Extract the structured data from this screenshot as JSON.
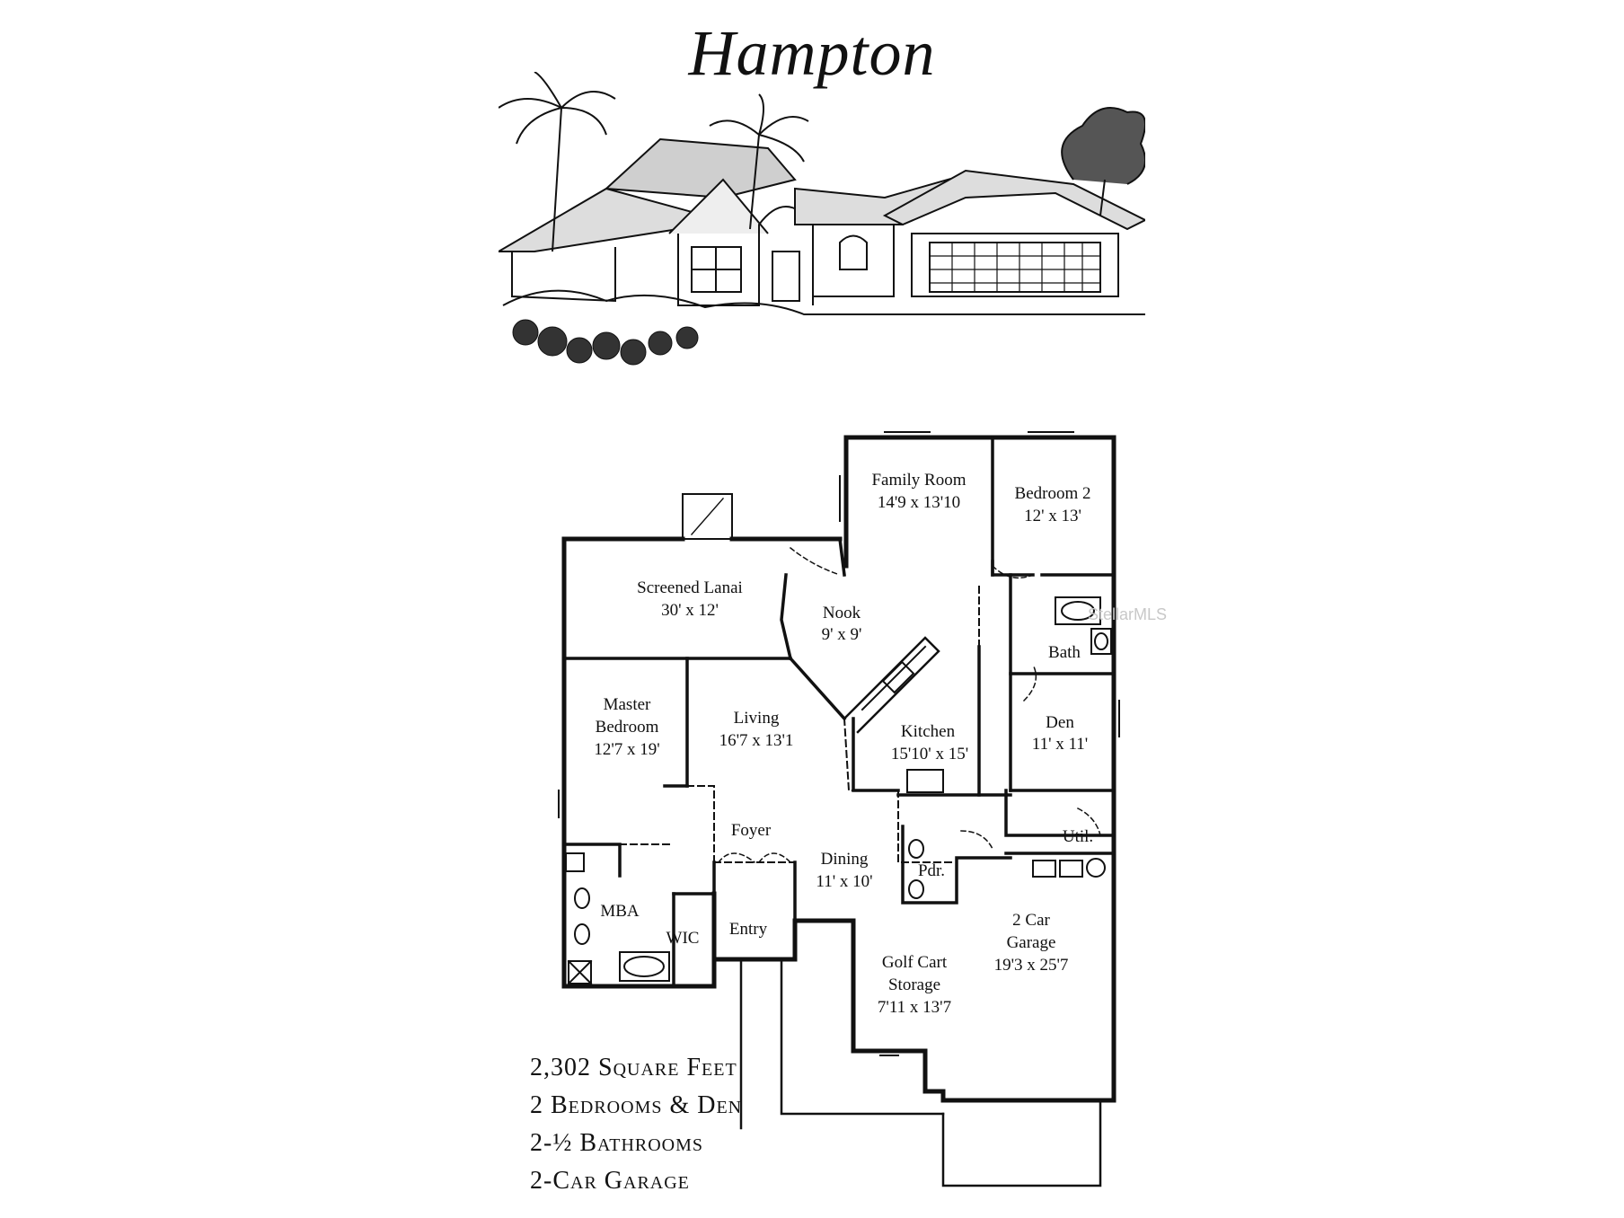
{
  "title": "Hampton",
  "watermark": "StellarMLS",
  "rooms": {
    "family_room": {
      "name": "Family Room",
      "size": "14'9 x 13'10"
    },
    "bedroom2": {
      "name": "Bedroom 2",
      "size": "12' x 13'"
    },
    "lanai": {
      "name": "Screened Lanai",
      "size": "30' x 12'"
    },
    "nook": {
      "name": "Nook",
      "size": "9' x 9'"
    },
    "bath": {
      "name": "Bath"
    },
    "master": {
      "name1": "Master",
      "name2": "Bedroom",
      "size": "12'7 x 19'"
    },
    "living": {
      "name": "Living",
      "size": "16'7 x 13'1"
    },
    "kitchen": {
      "name": "Kitchen",
      "size": "15'10' x 15'"
    },
    "den": {
      "name": "Den",
      "size": "11' x 11'"
    },
    "foyer": {
      "name": "Foyer"
    },
    "dining": {
      "name": "Dining",
      "size": "11' x 10'"
    },
    "util": {
      "name": "Util."
    },
    "pdr": {
      "name": "Pdr."
    },
    "mba": {
      "name": "MBA"
    },
    "wic": {
      "name": "WIC"
    },
    "entry": {
      "name": "Entry"
    },
    "garage": {
      "name1": "2 Car",
      "name2": "Garage",
      "size": "19'3 x 25'7"
    },
    "golf": {
      "name1": "Golf Cart",
      "name2": "Storage",
      "size": "7'11 x 13'7"
    }
  },
  "specs": [
    "2,302 Square Feet",
    "2 Bedrooms & Den",
    "2-½ Bathrooms",
    "2-Car Garage"
  ]
}
